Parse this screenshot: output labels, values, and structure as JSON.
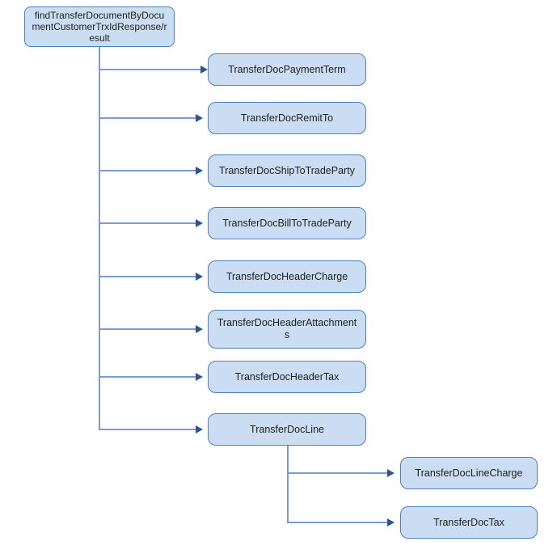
{
  "diagram": {
    "type": "tree",
    "root": {
      "label": "findTransferDocumentByDocumentCustomerTrxIdResponse/result",
      "stacked": false
    },
    "children": [
      {
        "label": "TransferDocPaymentTerm",
        "stacked": false
      },
      {
        "label": "TransferDocRemitTo",
        "stacked": true
      },
      {
        "label": "TransferDocShipToTradeParty",
        "stacked": true
      },
      {
        "label": "TransferDocBillToTradeParty",
        "stacked": true
      },
      {
        "label": "TransferDocHeaderCharge",
        "stacked": true
      },
      {
        "label": "TransferDocHeaderAttachments",
        "stacked": true
      },
      {
        "label": "TransferDocHeaderTax",
        "stacked": true
      },
      {
        "label": "TransferDocLine",
        "stacked": true,
        "children": [
          {
            "label": "TransferDocLineCharge",
            "stacked": true
          },
          {
            "label": "TransferDocTax",
            "stacked": true
          }
        ]
      }
    ],
    "colors": {
      "node_fill": "#CBDDF2",
      "node_border": "#4D7EBD",
      "connector": "#7A9CD3",
      "arrowhead": "#2F5492",
      "text": "#1F1F1F",
      "background": "#FFFFFF"
    }
  }
}
